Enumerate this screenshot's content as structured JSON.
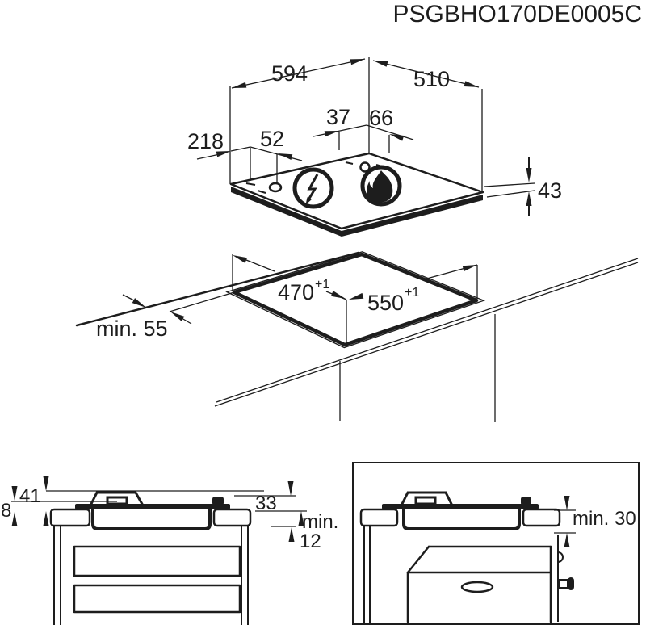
{
  "title": "PSGBHO170DE0005C",
  "colors": {
    "ink": "#1d1d1d",
    "background": "#ffffff"
  },
  "top_view": {
    "width": "594",
    "depth": "510",
    "gas_offset_left": "37",
    "gas_offset_right": "66",
    "edge_offset": "218",
    "electric_offset": "52",
    "height": "43"
  },
  "cutout_view": {
    "cutout_depth": "470",
    "cutout_depth_tolerance": "+1",
    "cutout_width": "550",
    "cutout_width_tolerance": "+1",
    "front_clearance": "min. 55"
  },
  "section_view": {
    "support_height": "41",
    "glass_height": "8",
    "body_height": "33",
    "bottom_clearance_prefix": "min.",
    "bottom_clearance_value": "12"
  },
  "oven_view": {
    "oven_clearance": "min. 30"
  }
}
